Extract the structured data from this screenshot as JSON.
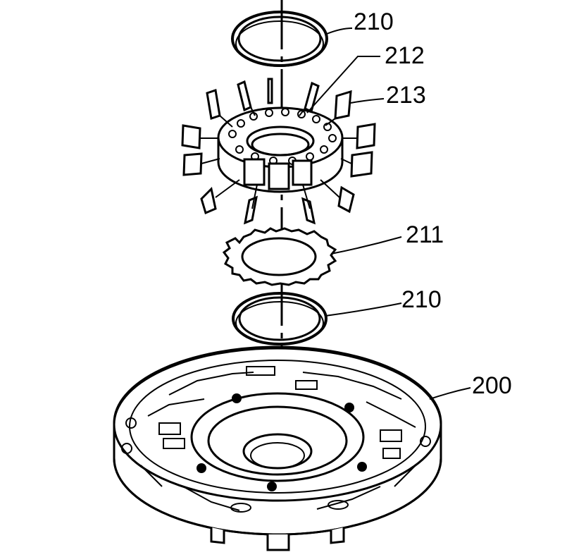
{
  "diagram": {
    "line_color": "#000000",
    "background": "#ffffff",
    "callouts": {
      "seal_upper": "210",
      "stator_hub": "212",
      "vanes": "213",
      "vane_ring": "211",
      "seal_lower": "210",
      "pump_body": "200"
    },
    "parts": [
      {
        "id": "210",
        "name": "seal-ring-upper-icon"
      },
      {
        "id": "212",
        "name": "vane-rotor-icon"
      },
      {
        "id": "213",
        "name": "vane-icon"
      },
      {
        "id": "211",
        "name": "vane-support-ring-icon"
      },
      {
        "id": "210",
        "name": "seal-ring-lower-icon"
      },
      {
        "id": "200",
        "name": "pump-body-icon"
      }
    ]
  }
}
